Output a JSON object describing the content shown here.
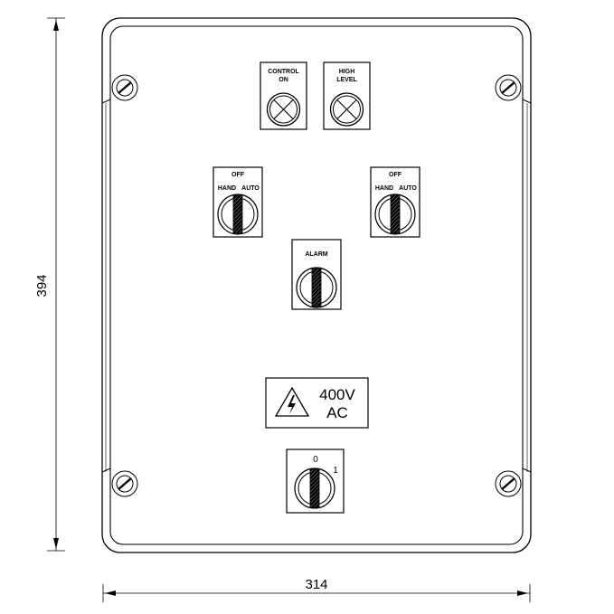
{
  "dimensions": {
    "height_label": "394",
    "width_label": "314"
  },
  "pilot_lights": [
    {
      "line1": "CONTROL",
      "line2": "ON"
    },
    {
      "line1": "HIGH",
      "line2": "LEVEL"
    }
  ],
  "selector_switches": [
    {
      "top": "OFF",
      "left": "HAND",
      "right": "AUTO"
    },
    {
      "top": "OFF",
      "left": "HAND",
      "right": "AUTO"
    }
  ],
  "alarm_switch": {
    "label": "ALARM"
  },
  "warning_label": {
    "line1": "400V",
    "line2": "AC",
    "icon": "lightning-bolt-icon"
  },
  "isolator": {
    "pos0": "0",
    "pos1": "1"
  }
}
